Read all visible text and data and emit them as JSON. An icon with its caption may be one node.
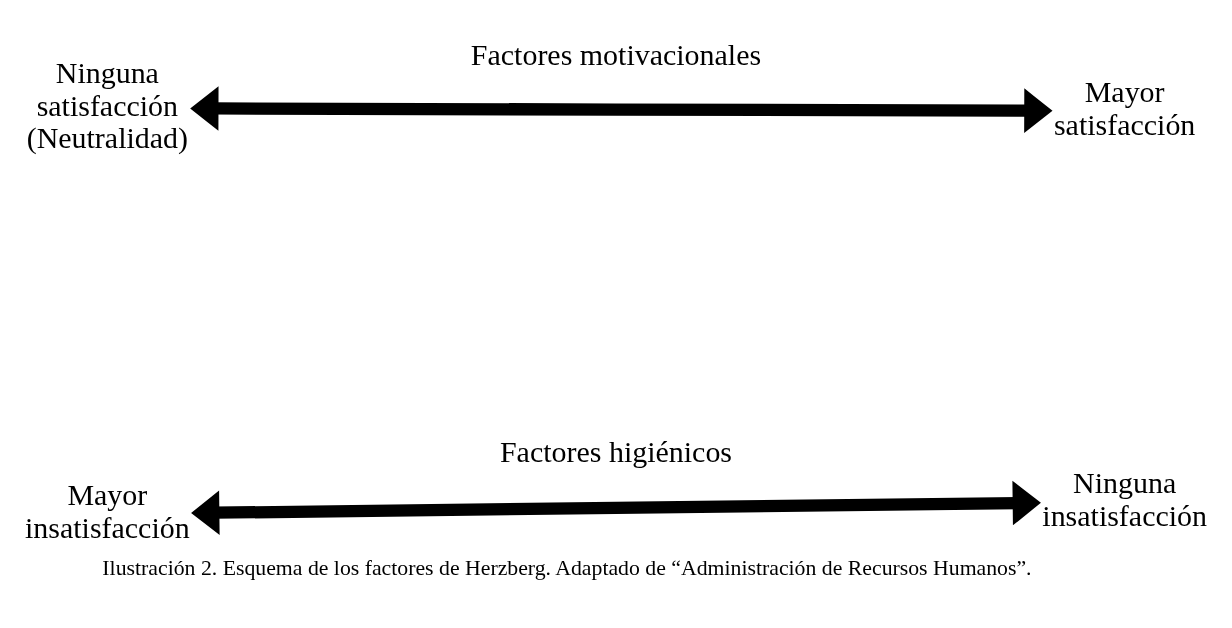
{
  "diagram": {
    "caption": "Ilustración 2. Esquema de los factores de Herzberg. Adaptado de “Administración de Recursos Humanos”.",
    "nodes": [
      {
        "text": [
          "Ninguna satisfacción (Neutralidad)"
        ]
      },
      {
        "text": [
          "Mayor satisfacción"
        ]
      },
      {
        "text": [
          "Mayor insatisfacción"
        ]
      },
      {
        "text": [
          "Ninguna insatisfacción"
        ]
      }
    ],
    "edges": [
      {
        "from": 0,
        "to": 1,
        "arrow": "both",
        "label": "Factores motivacionales"
      },
      {
        "from": 2,
        "to": 3,
        "arrow": "both",
        "label": "Factores higiénicos"
      }
    ]
  }
}
